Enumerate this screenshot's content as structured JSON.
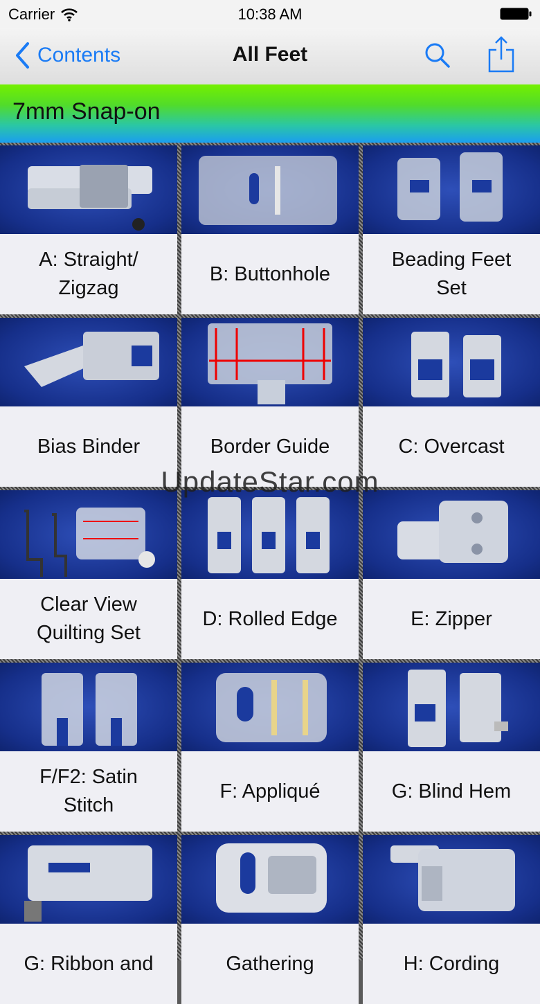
{
  "status_bar": {
    "carrier": "Carrier",
    "time": "10:38 AM"
  },
  "nav": {
    "back_label": "Contents",
    "title": "All Feet"
  },
  "section": {
    "title": "7mm Snap-on"
  },
  "tiles": [
    {
      "label": "A: Straight/\nZigzag"
    },
    {
      "label": "B: Buttonhole"
    },
    {
      "label": "Beading Feet\nSet"
    },
    {
      "label": "Bias Binder"
    },
    {
      "label": "Border Guide"
    },
    {
      "label": "C: Overcast"
    },
    {
      "label": "Clear View\nQuilting Set"
    },
    {
      "label": "D: Rolled Edge"
    },
    {
      "label": "E: Zipper"
    },
    {
      "label": "F/F2: Satin\nStitch"
    },
    {
      "label": "F: Appliqué"
    },
    {
      "label": "G: Blind Hem"
    },
    {
      "label": "G: Ribbon and"
    },
    {
      "label": "Gathering"
    },
    {
      "label": "H: Cording"
    }
  ],
  "watermark": "UpdateStar.com",
  "colors": {
    "accent": "#1a7bf5",
    "tile_bg": "#efeff4",
    "photo_bg": "#1b3a9e"
  }
}
